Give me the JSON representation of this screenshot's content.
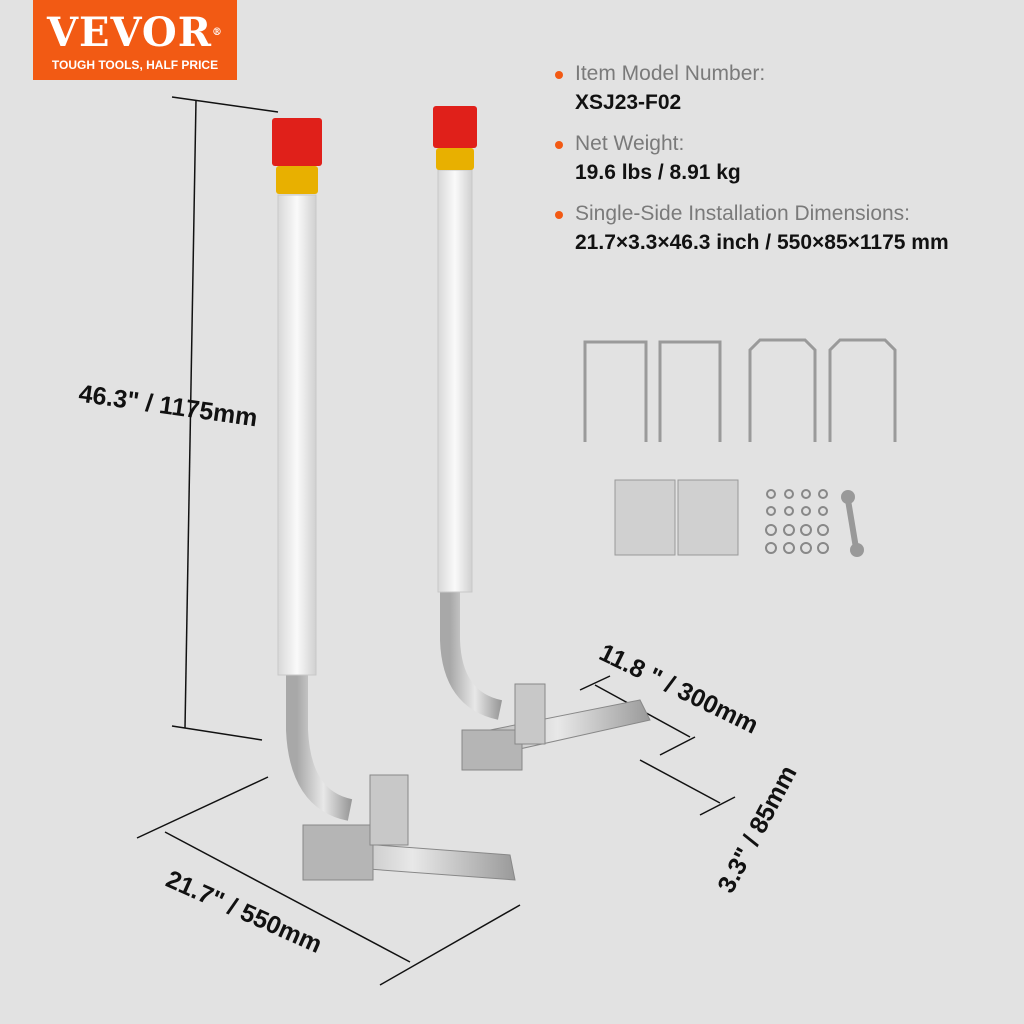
{
  "logo": {
    "brand": "VEVOR",
    "registered": "®",
    "tagline": "TOUGH TOOLS, HALF PRICE"
  },
  "specs": [
    {
      "label": "Item Model Number:",
      "value": "XSJ23-F02"
    },
    {
      "label": "Net Weight:",
      "value": "19.6 lbs / 8.91 kg"
    },
    {
      "label": "Single-Side Installation Dimensions:",
      "value": "21.7×3.3×46.3 inch / 550×85×1175 mm"
    }
  ],
  "dimensions": {
    "height": "46.3\" / 1175mm",
    "arm_length": "11.8 \" / 300mm",
    "tube_width": "3.3\" / 85mm",
    "base_width": "21.7\" / 550mm"
  },
  "colors": {
    "accent": "#f25a14",
    "background": "#e2e2e2",
    "light_red": "#e0201a",
    "light_yellow": "#e8b000"
  }
}
